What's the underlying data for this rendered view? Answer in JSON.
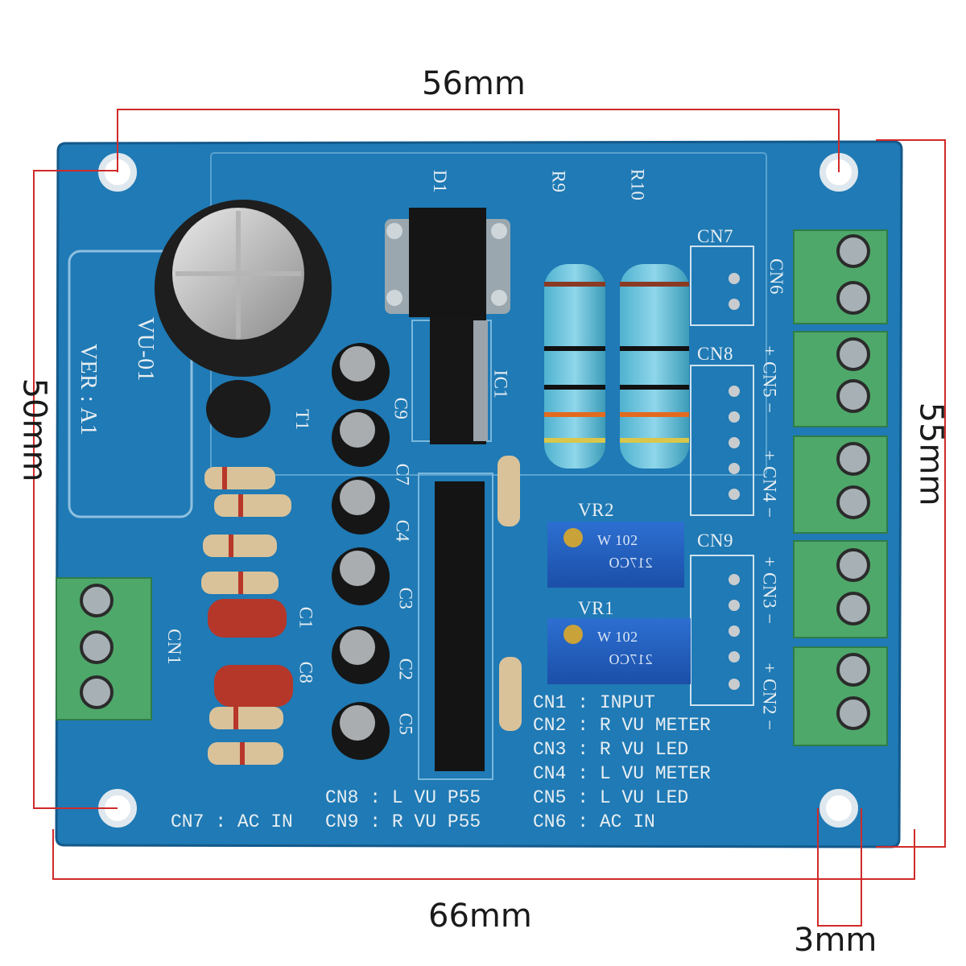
{
  "dimensions": {
    "top_width": "56mm",
    "bottom_width": "66mm",
    "left_height": "50mm",
    "right_height": "55mm",
    "hole_offset": "3mm"
  },
  "board": {
    "model": "VU-01",
    "version": "VER : A1",
    "colors": {
      "pcb": "#1f7ab5",
      "pcb_dark": "#165e8f",
      "silkscreen": "#e8eef2",
      "terminal": "#4ea86a",
      "dimension_line": "#d02a2a"
    },
    "component_labels": {
      "d1": "D1",
      "r9": "R9",
      "r10": "R10",
      "ic1": "IC1",
      "t1": "T1",
      "vr1": "VR1",
      "vr2": "VR2",
      "c1": "C1",
      "c2": "C2",
      "c3": "C3",
      "c4": "C4",
      "c5": "C5",
      "c7": "C7",
      "c8": "C8",
      "c9": "C9"
    },
    "connector_labels": {
      "cn1": "CN1",
      "cn2": "+ CN2 −",
      "cn3": "+ CN3 −",
      "cn4": "+ CN4 −",
      "cn5": "+ CN5 −",
      "cn6": "CN6",
      "cn7": "CN7",
      "cn8": "CN8",
      "cn9": "CN9"
    },
    "trimpot_marking_1": "W 102",
    "trimpot_marking_2": "217CO",
    "legend_right": [
      "CN1 : INPUT",
      "CN2 : R VU METER",
      "CN3 : R VU LED",
      "CN4 : L VU METER",
      "CN5 : L VU LED",
      "CN6 : AC IN"
    ],
    "legend_left": [
      "CN8 : L VU P55",
      "CN9 : R VU P55"
    ],
    "legend_cn7": "CN7 : AC IN"
  }
}
